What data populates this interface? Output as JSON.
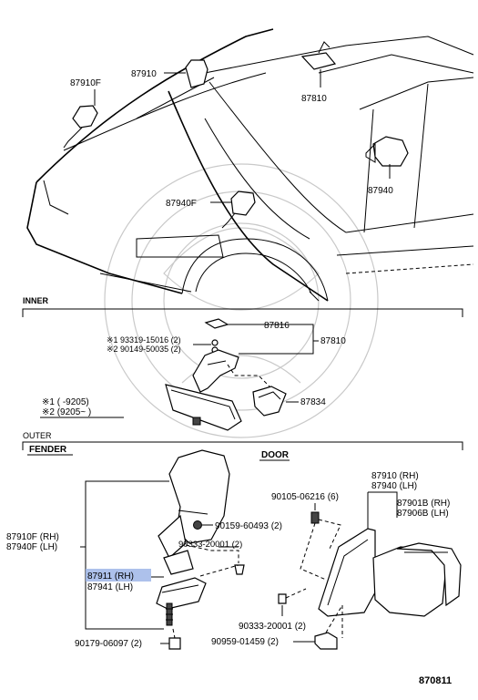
{
  "sections": {
    "inner": "INNER",
    "outer": "OUTER",
    "fender": "FENDER",
    "door": "DOOR"
  },
  "car_callouts": {
    "p87910F": "87910F",
    "p87910": "87910",
    "p87810": "87810",
    "p87940F": "87940F",
    "p87940": "87940"
  },
  "inner_callouts": {
    "p87816": "87816",
    "p87810": "87810",
    "p87834": "87834",
    "screw1": "※1 93319-15016 (2)",
    "screw2": "※2 90149-50035 (2)"
  },
  "legend": {
    "row1": "※1 (        -9205)",
    "row2": "※2 (9205~        )"
  },
  "fender_callouts": {
    "mirror_rh": "87910F (RH)",
    "mirror_lh": "87940F (LH)",
    "nut": "90159-60493 (2)",
    "clip": "90333-20001 (2)",
    "base_rh": "87911 (RH)",
    "base_lh": "87941 (LH)",
    "bolt": "90179-06097 (2)"
  },
  "door_callouts": {
    "mirror_rh": "87910 (RH)",
    "mirror_lh": "87940 (LH)",
    "glass_rh": "87901B (RH)",
    "glass_lh": "87906B (LH)",
    "screw": "90105-06216 (6)",
    "clip": "90333-20001 (2)",
    "bracket": "90959-01459 (2)"
  },
  "figure_number": "870811"
}
